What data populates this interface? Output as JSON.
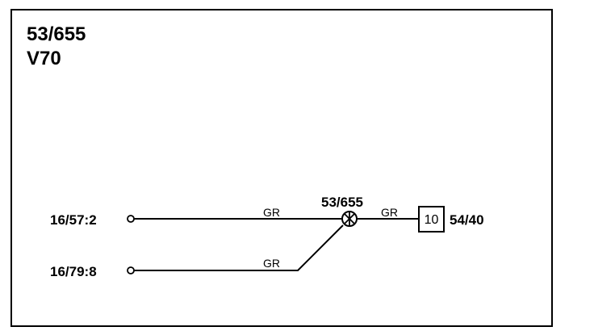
{
  "diagram": {
    "title_line1": "53/655",
    "title_line2": "V70",
    "terminals": [
      {
        "id": "t1",
        "label": "16/57:2"
      },
      {
        "id": "t2",
        "label": "16/79:8"
      }
    ],
    "wire_labels": [
      "GR",
      "GR",
      "GR"
    ],
    "splice": {
      "label": "53/655"
    },
    "connector": {
      "pin": "10",
      "label": "54/40"
    }
  }
}
